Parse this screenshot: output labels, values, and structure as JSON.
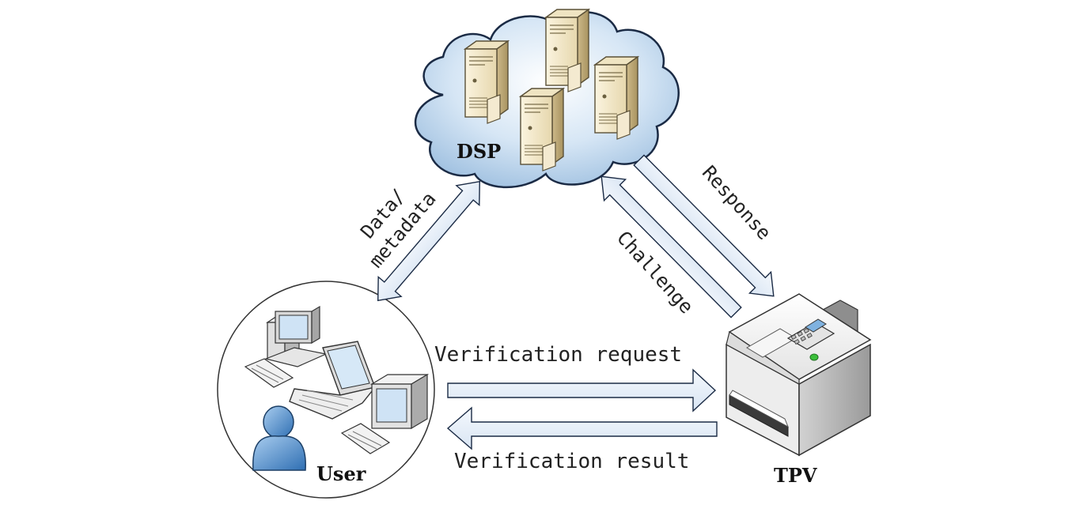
{
  "nodes": {
    "dsp": {
      "label": "DSP"
    },
    "user": {
      "label": "User"
    },
    "tpv": {
      "label": "TPV"
    }
  },
  "edges": {
    "data_metadata": {
      "line1": "Data/",
      "line2": "metadata"
    },
    "challenge": {
      "label": "Challenge"
    },
    "response": {
      "label": "Response"
    },
    "verification_request": {
      "label": "Verification request"
    },
    "verification_result": {
      "label": "Verification result"
    }
  }
}
